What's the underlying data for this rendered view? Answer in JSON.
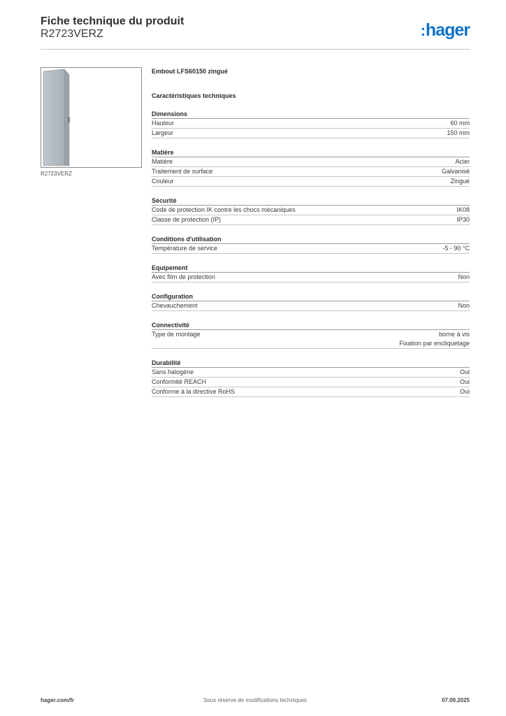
{
  "header": {
    "title": "Fiche technique du produit",
    "reference": "R2723VERZ",
    "logo_text": "hager",
    "logo_color": "#0f73c7"
  },
  "product": {
    "image_caption": "R2723VERZ",
    "name": "Embout LFS60150 zingué",
    "spec_heading": "Caractéristiques techniques"
  },
  "sections": [
    {
      "title": "Dimensions",
      "rows": [
        {
          "label": "Hauteur",
          "value": [
            "60 mm"
          ]
        },
        {
          "label": "Largeur",
          "value": [
            "150 mm"
          ]
        }
      ]
    },
    {
      "title": "Matière",
      "rows": [
        {
          "label": "Matière",
          "value": [
            "Acier"
          ]
        },
        {
          "label": "Traitement de surface",
          "value": [
            "Galvanisé"
          ]
        },
        {
          "label": "Couleur",
          "value": [
            "Zingué"
          ]
        }
      ]
    },
    {
      "title": "Sécurité",
      "rows": [
        {
          "label": "Code de protection IK contre les chocs mécaniques",
          "value": [
            "IK08"
          ]
        },
        {
          "label": "Classe de protection (IP)",
          "value": [
            "IP30"
          ]
        }
      ]
    },
    {
      "title": "Conditions d'utilisation",
      "rows": [
        {
          "label": "Température de service",
          "value": [
            "-5 - 90 °C"
          ]
        }
      ]
    },
    {
      "title": "Equipement",
      "rows": [
        {
          "label": "Avec film de protection",
          "value": [
            "Non"
          ]
        }
      ]
    },
    {
      "title": "Configuration",
      "rows": [
        {
          "label": "Chevauchement",
          "value": [
            "Non"
          ]
        }
      ]
    },
    {
      "title": "Connectivité",
      "rows": [
        {
          "label": "Type de montage",
          "value": [
            "borne à vis",
            "Fixation par encliquetage"
          ]
        }
      ]
    },
    {
      "title": "Durabilité",
      "rows": [
        {
          "label": "Sans halogène",
          "value": [
            "Oui"
          ]
        },
        {
          "label": "Conformité REACH",
          "value": [
            "Oui"
          ]
        },
        {
          "label": "Conforme à la directive RoHS",
          "value": [
            "Oui"
          ]
        }
      ]
    }
  ],
  "footer": {
    "website": "hager.com/fr",
    "notice": "Sous réserve de modifications techniques",
    "date": "07.09.2025"
  }
}
